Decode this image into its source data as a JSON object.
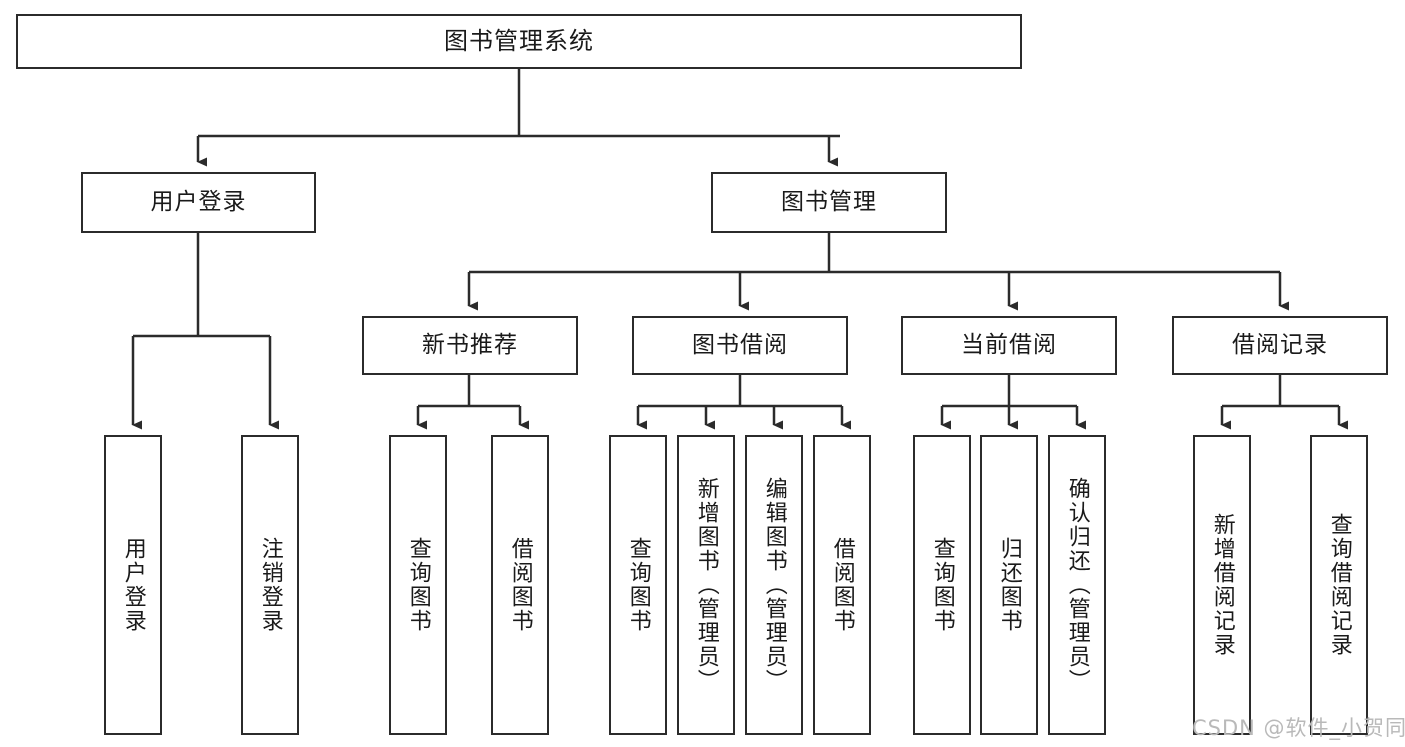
{
  "diagram": {
    "title": "图书管理系统",
    "type": "function-structure-tree",
    "watermark": "CSDN @软件_小贺同学",
    "colors": {
      "stroke": "#2b2b2b",
      "fill": "#ffffff",
      "text": "#1a1a1a",
      "watermark": "#b9b9b9"
    }
  },
  "nodes": {
    "root": {
      "label": "图书管理系统"
    },
    "level2": [
      {
        "id": "user-login",
        "label": "用户登录"
      },
      {
        "id": "book-manage",
        "label": "图书管理"
      }
    ],
    "level3": [
      {
        "id": "new-book-recommend",
        "label": "新书推荐"
      },
      {
        "id": "book-borrow",
        "label": "图书借阅"
      },
      {
        "id": "current-borrow",
        "label": "当前借阅"
      },
      {
        "id": "borrow-record",
        "label": "借阅记录"
      }
    ],
    "leaves": {
      "user-login": [
        {
          "id": "leaf-user-login",
          "label": "用户登录"
        },
        {
          "id": "leaf-user-logout",
          "label": "注销登录"
        }
      ],
      "new-book-recommend": [
        {
          "id": "leaf-query-book-1",
          "label": "查询图书"
        },
        {
          "id": "leaf-borrow-book-1",
          "label": "借阅图书"
        }
      ],
      "book-borrow": [
        {
          "id": "leaf-query-book-2",
          "label": "查询图书"
        },
        {
          "id": "leaf-add-book",
          "label": "新增图书（管理员）"
        },
        {
          "id": "leaf-edit-book",
          "label": "编辑图书（管理员）"
        },
        {
          "id": "leaf-borrow-book-2",
          "label": "借阅图书"
        }
      ],
      "current-borrow": [
        {
          "id": "leaf-query-book-3",
          "label": "查询图书"
        },
        {
          "id": "leaf-return-book",
          "label": "归还图书"
        },
        {
          "id": "leaf-confirm-return",
          "label": "确认归还（管理员）"
        }
      ],
      "borrow-record": [
        {
          "id": "leaf-add-record",
          "label": "新增借阅记录"
        },
        {
          "id": "leaf-query-record",
          "label": "查询借阅记录"
        }
      ]
    }
  }
}
